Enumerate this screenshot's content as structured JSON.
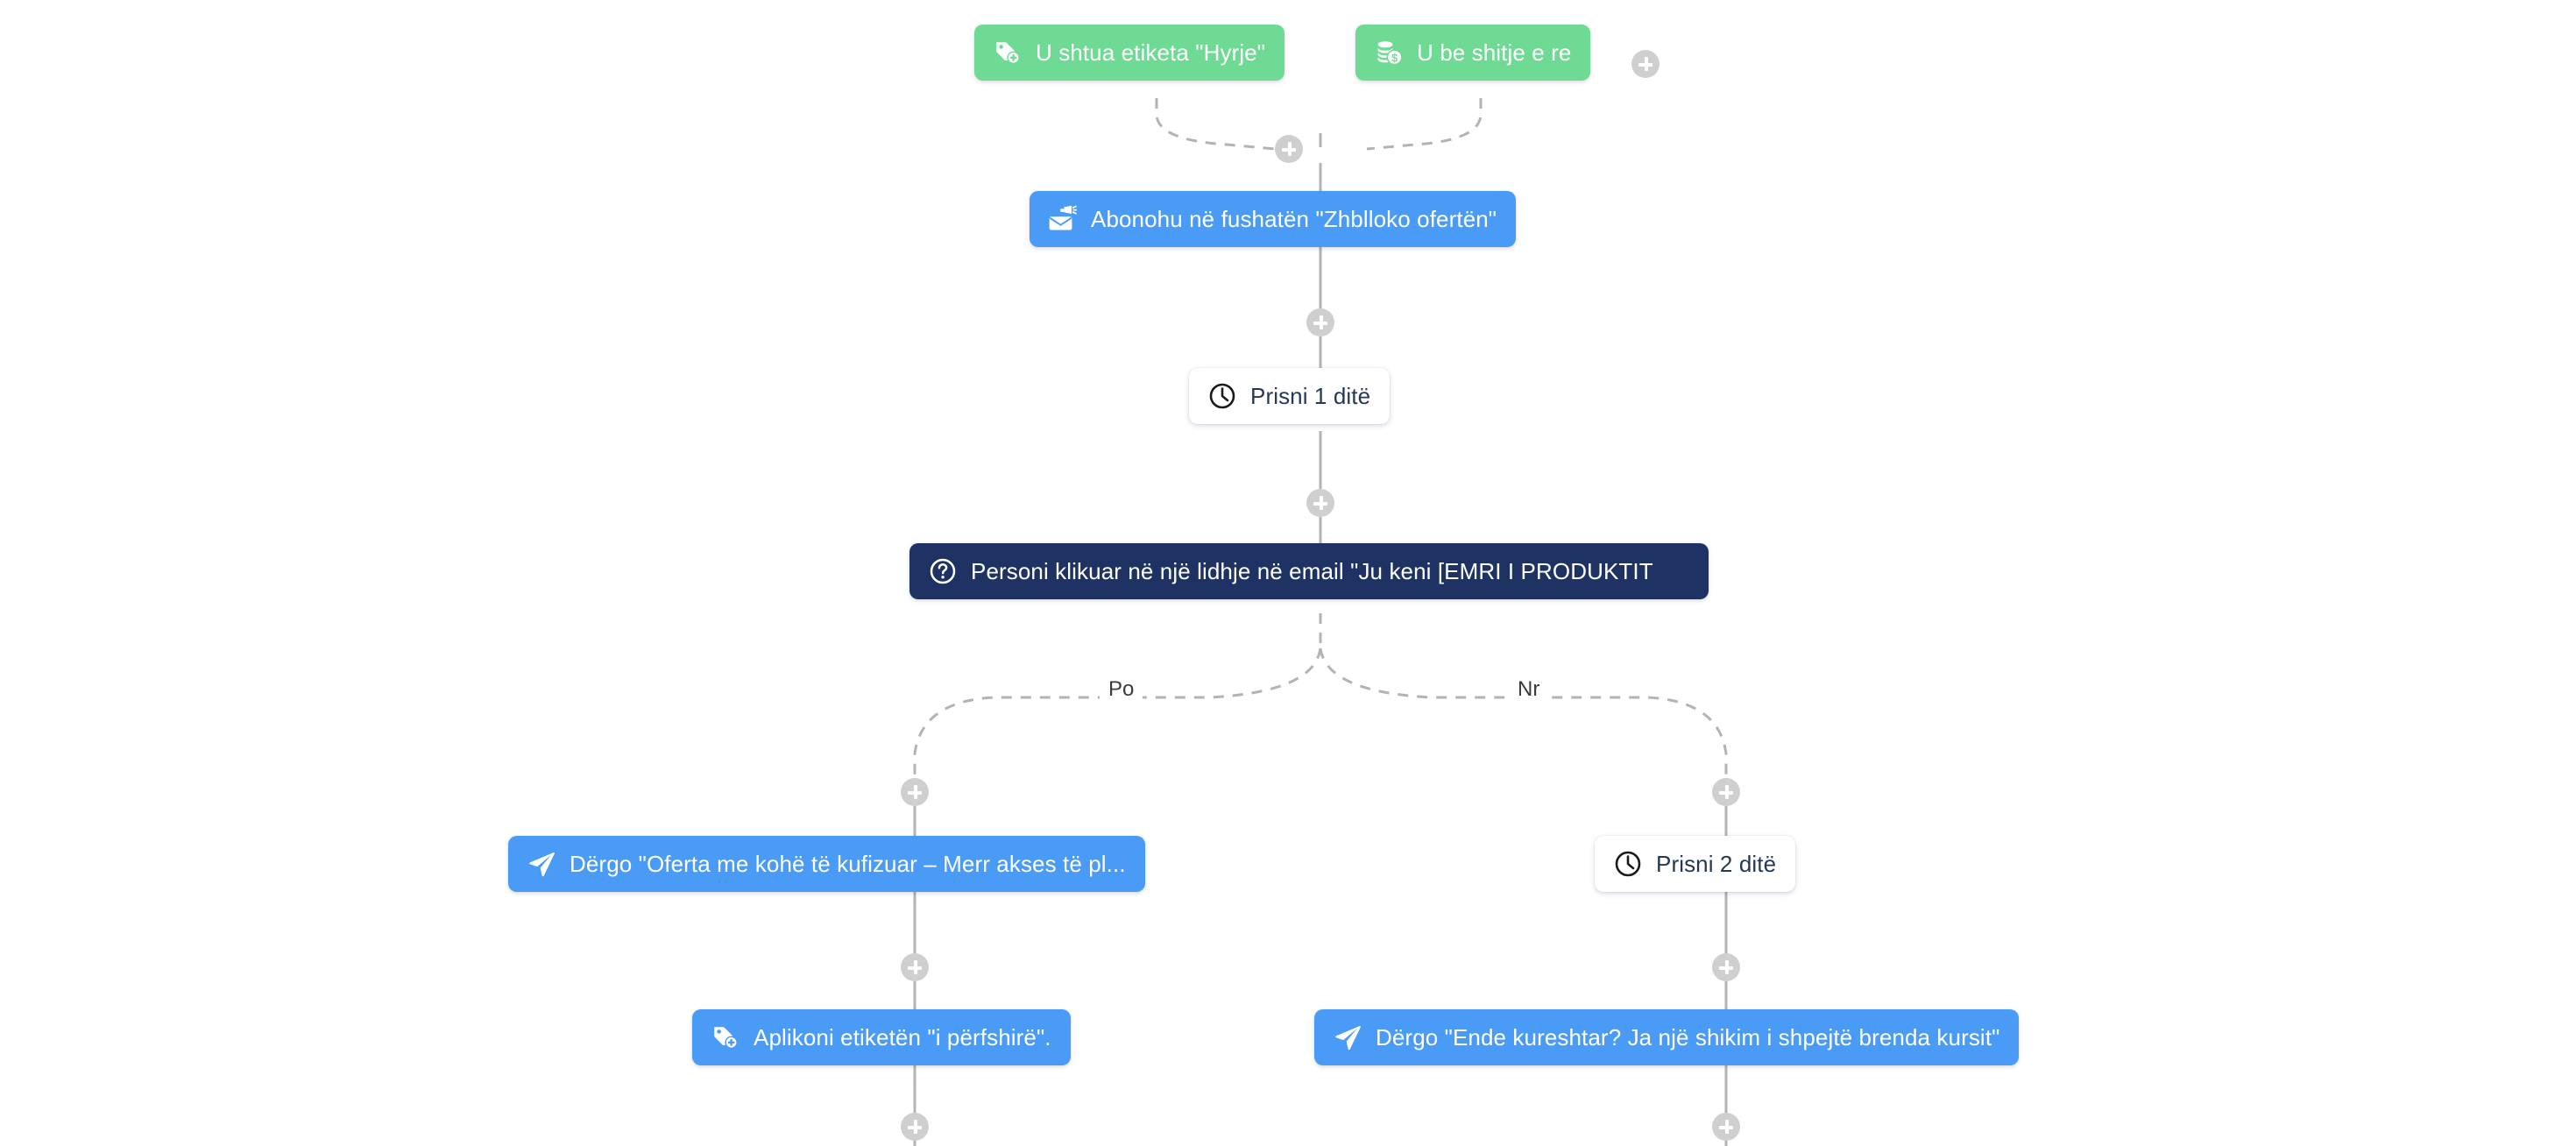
{
  "canvas": {
    "background": "#ffffff",
    "colors": {
      "trigger_green": "#6FDA94",
      "action_blue": "#4A9BF5",
      "condition_navy": "#1E3263",
      "delay_white": "#FFFFFF",
      "connector_gray": "#CFCFCF",
      "edge_gray": "#B3B3B3",
      "text_dark": "#253858"
    }
  },
  "nodes": [
    {
      "id": "trigger-tag-added",
      "type": "trigger",
      "icon": "tag-plus-icon",
      "label": "U shtua etiketa \"Hyrje\""
    },
    {
      "id": "trigger-new-sale",
      "type": "trigger",
      "icon": "coins-dollar-icon",
      "label": "U be shitje e re"
    },
    {
      "id": "action-subscribe-campaign",
      "type": "action",
      "icon": "envelope-megaphone-icon",
      "label": "Abonohu në fushatën \"Zhblloko ofertën\""
    },
    {
      "id": "delay-1-day",
      "type": "delay",
      "icon": "clock-icon",
      "label": "Prisni 1 ditë"
    },
    {
      "id": "condition-clicked-link",
      "type": "condition",
      "icon": "question-circle-icon",
      "label": "Personi klikuar në një lidhje në email \"Ju keni [EMRI I PRODUKTIT"
    },
    {
      "id": "action-send-limited-offer",
      "type": "action",
      "icon": "paper-plane-icon",
      "label": "Dërgo \"Oferta me kohë të kufizuar – Merr akses të pl..."
    },
    {
      "id": "delay-2-days",
      "type": "delay",
      "icon": "clock-icon",
      "label": "Prisni 2 ditë"
    },
    {
      "id": "action-apply-tag-included",
      "type": "action",
      "icon": "tag-plus-icon",
      "label": "Aplikoni etiketën \"i përfshirë\"."
    },
    {
      "id": "action-send-still-curious",
      "type": "action",
      "icon": "paper-plane-icon",
      "label": "Dërgo \"Ende kureshtar? Ja një shikim i shpejtë brenda kursit\""
    }
  ],
  "branch_labels": {
    "yes": "Po",
    "no": "Nr"
  },
  "connectors": [
    {
      "id": "add-trigger-button",
      "icon": "plus-icon"
    },
    {
      "id": "add-step-after-triggers",
      "icon": "plus-icon"
    },
    {
      "id": "add-step-after-subscribe",
      "icon": "plus-icon"
    },
    {
      "id": "add-step-after-delay1",
      "icon": "plus-icon"
    },
    {
      "id": "add-step-yes-branch",
      "icon": "plus-icon"
    },
    {
      "id": "add-step-no-branch",
      "icon": "plus-icon"
    },
    {
      "id": "add-step-after-offer",
      "icon": "plus-icon"
    },
    {
      "id": "add-step-after-delay2",
      "icon": "plus-icon"
    },
    {
      "id": "add-step-after-tag",
      "icon": "plus-icon"
    },
    {
      "id": "add-step-after-curious",
      "icon": "plus-icon"
    }
  ]
}
